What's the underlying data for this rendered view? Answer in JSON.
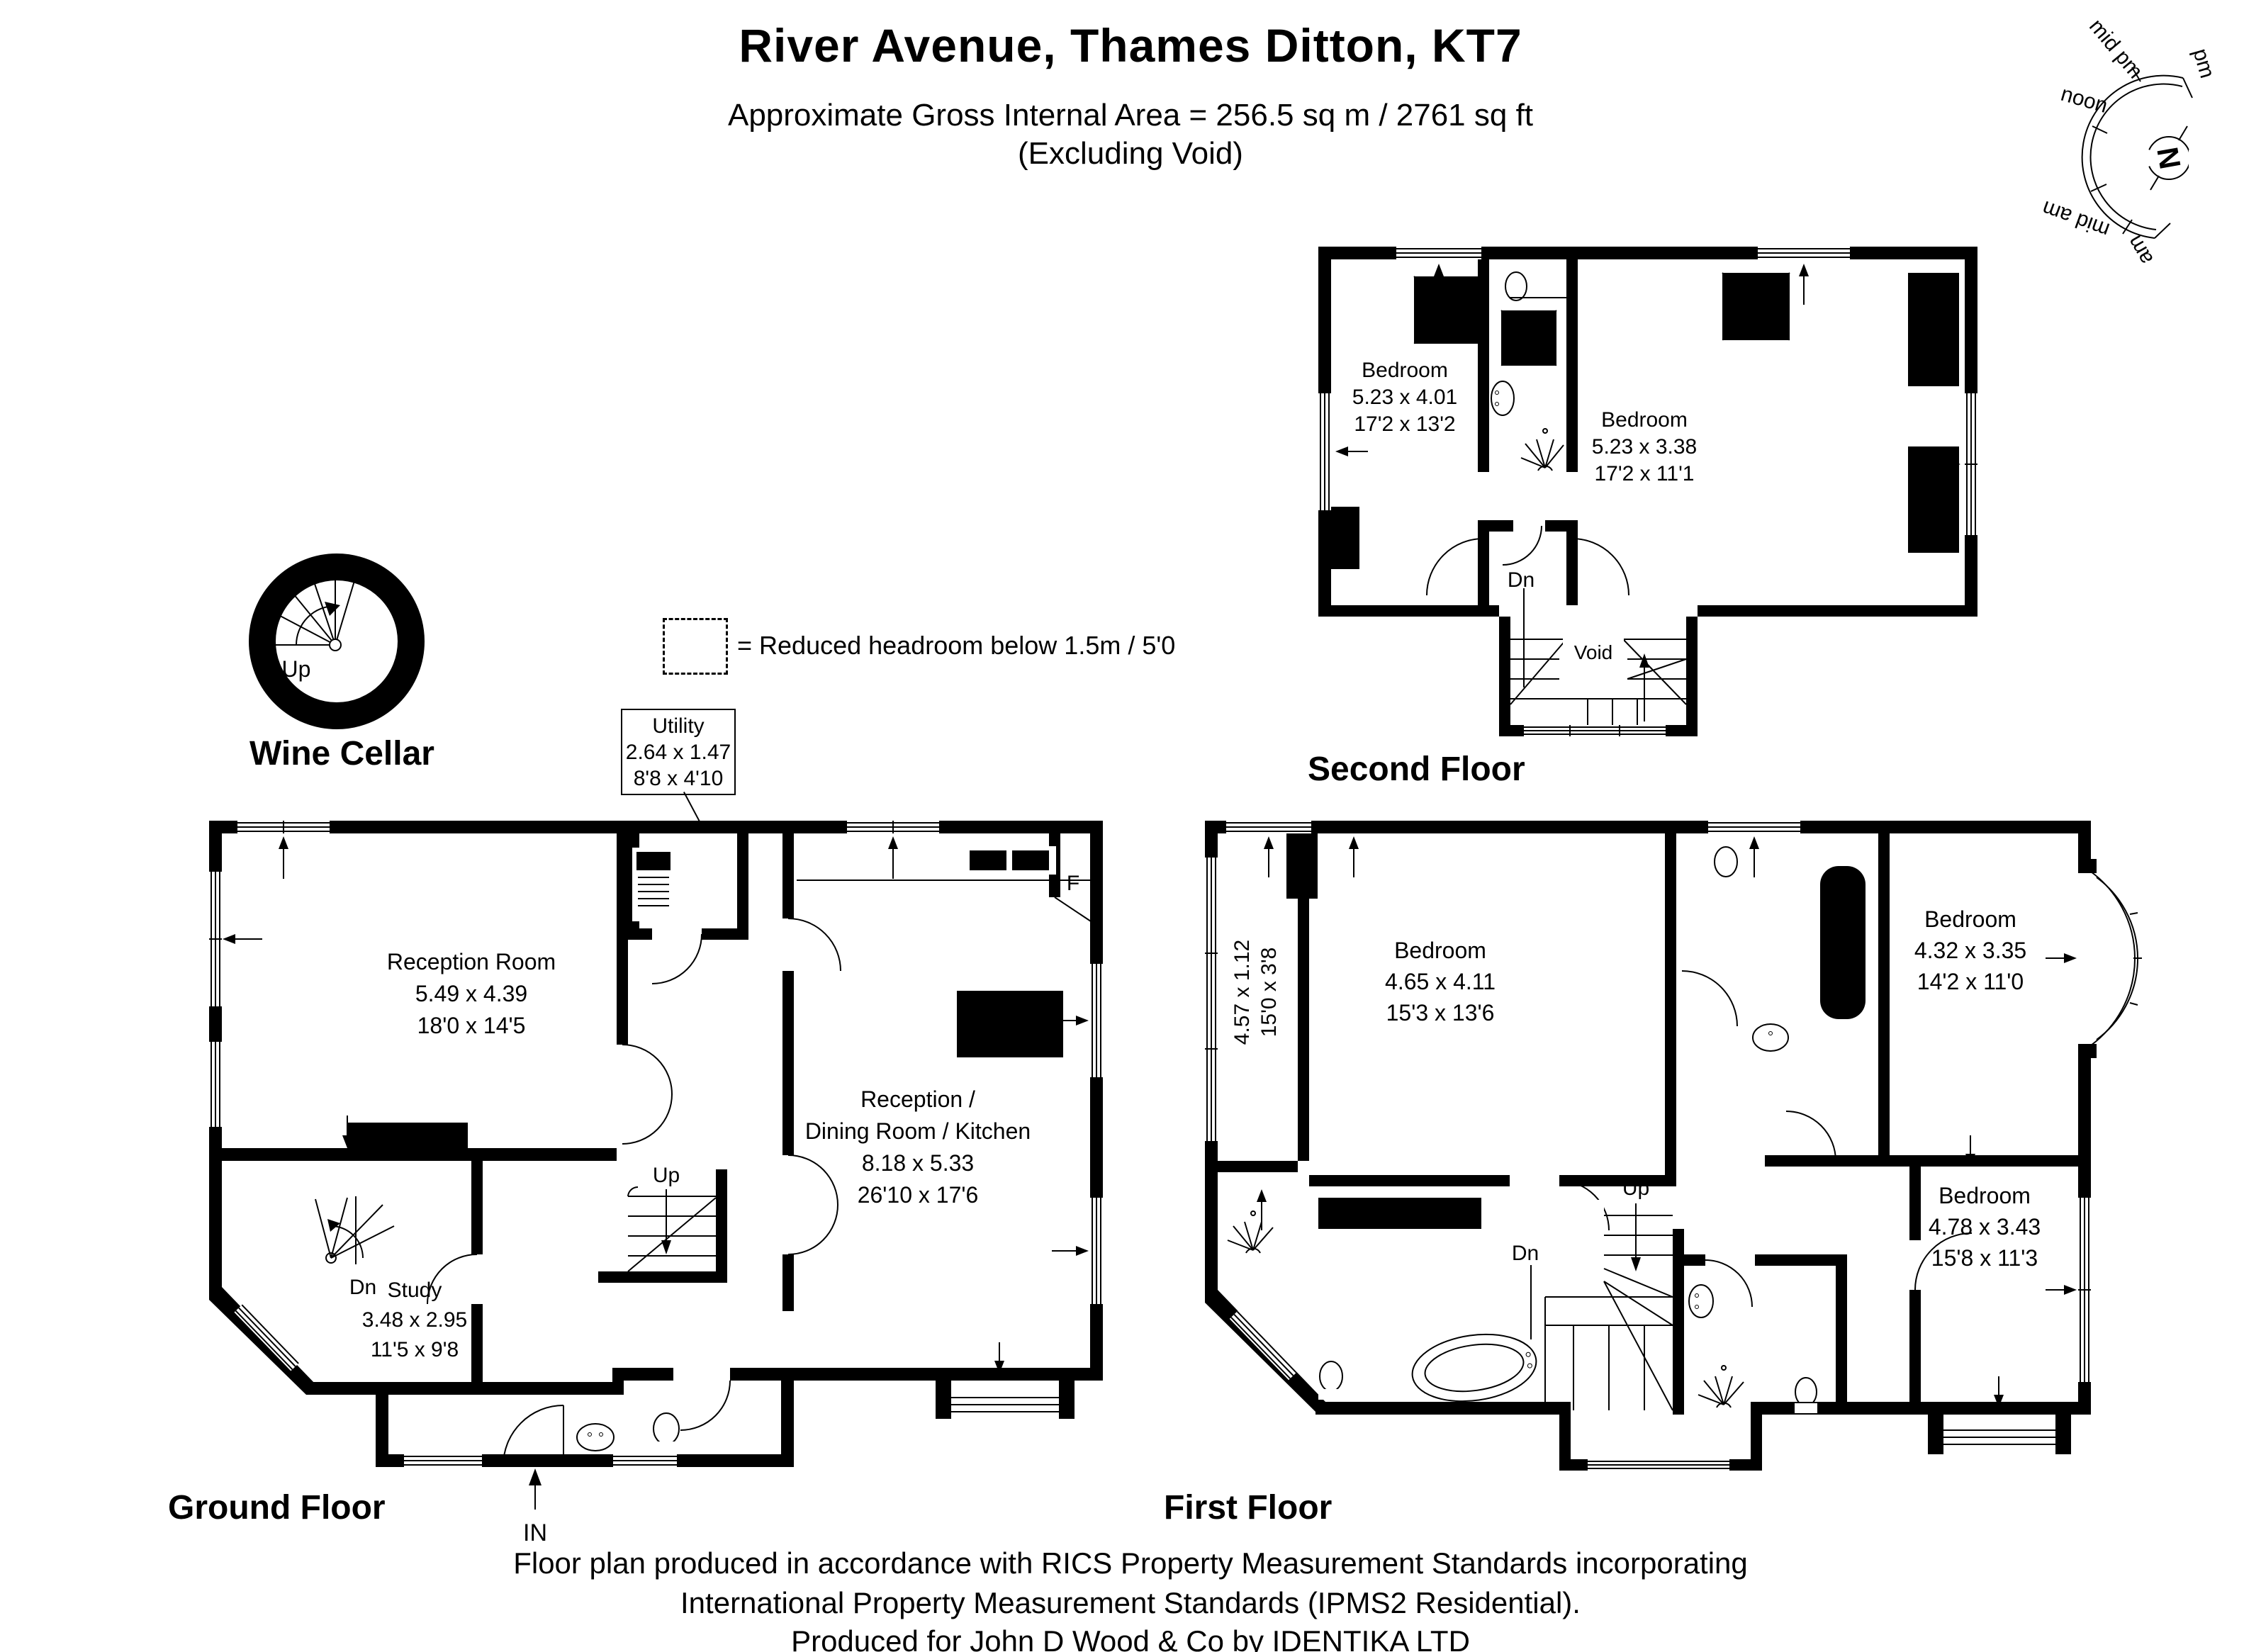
{
  "header": {
    "title": "River Avenue, Thames Ditton, KT7",
    "subtitle": "Approximate Gross Internal Area = 256.5 sq m / 2761 sq ft",
    "note": "(Excluding Void)"
  },
  "compass": {
    "north": "N",
    "mid_pm": "mid pm",
    "pm": "pm",
    "noon": "noon",
    "mid_am": "mid am",
    "am": "am"
  },
  "legend": {
    "reduced_headroom": "= Reduced headroom below 1.5m / 5'0"
  },
  "wine_cellar": {
    "label": "Wine Cellar",
    "up": "Up"
  },
  "utility": {
    "name": "Utility",
    "metric": "2.64 x 1.47",
    "imperial": "8'8 x 4'10"
  },
  "ground": {
    "label": "Ground Floor",
    "reception_name": "Reception Room",
    "reception_m": "5.49 x 4.39",
    "reception_i": "18'0 x 14'5",
    "kitchen_1": "Reception /",
    "kitchen_2": "Dining Room / Kitchen",
    "kitchen_m": "8.18 x 5.33",
    "kitchen_i": "26'10 x 17'6",
    "study_name": "Study",
    "study_m": "3.48 x 2.95",
    "study_i": "11'5 x 9'8",
    "up": "Up",
    "dn": "Dn",
    "entrance": "IN",
    "fridge": "F"
  },
  "first": {
    "label": "First Floor",
    "bed1_name": "Bedroom",
    "bed1_m": "4.65 x 4.11",
    "bed1_i": "15'3 x 13'6",
    "bed2_name": "Bedroom",
    "bed2_m": "4.32 x 3.35",
    "bed2_i": "14'2 x 11'0",
    "bed3_name": "Bedroom",
    "bed3_m": "4.78 x 3.43",
    "bed3_i": "15'8 x 11'3",
    "landing_m": "4.57 x 1.12",
    "landing_i": "15'0 x 3'8",
    "up": "Up",
    "dn": "Dn"
  },
  "second": {
    "label": "Second Floor",
    "bed1_name": "Bedroom",
    "bed1_m": "5.23 x 4.01",
    "bed1_i": "17'2 x 13'2",
    "bed2_name": "Bedroom",
    "bed2_m": "5.23 x 3.38",
    "bed2_i": "17'2 x 11'1",
    "dn": "Dn",
    "void": "Void"
  },
  "footer": {
    "line1": "Floor plan produced in accordance with RICS Property Measurement Standards incorporating",
    "line2": "International Property Measurement Standards (IPMS2 Residential).",
    "line3": "Produced for John D Wood & Co by IDENTIKA LTD"
  }
}
